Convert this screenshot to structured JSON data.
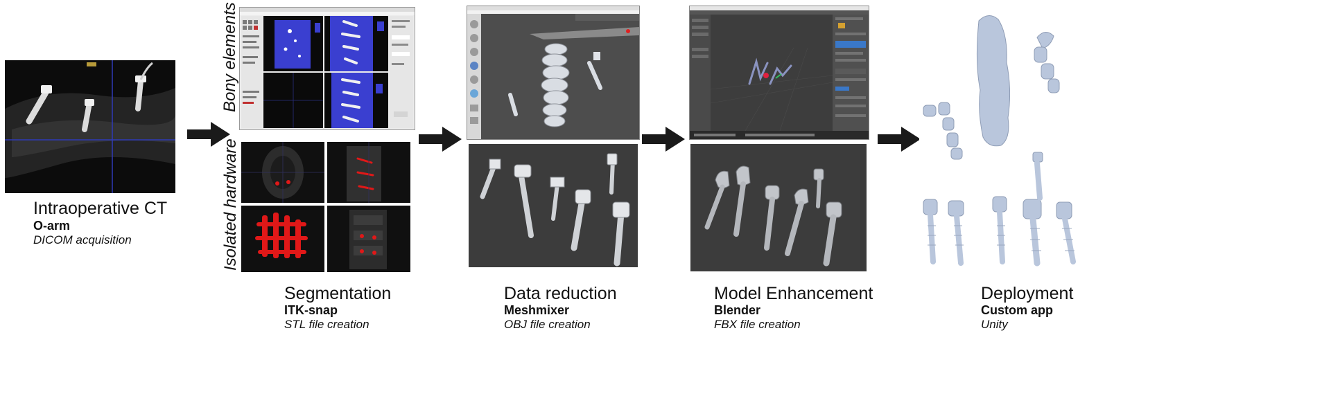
{
  "stages": [
    {
      "title": "Intraoperative CT",
      "tool": "O-arm",
      "note": "DICOM acquisition"
    },
    {
      "title": "Segmentation",
      "tool": "ITK-snap",
      "note": "STL file creation"
    },
    {
      "title": "Data reduction",
      "tool": "Meshmixer",
      "note": "OBJ file creation"
    },
    {
      "title": "Model Enhancement",
      "tool": "Blender",
      "note": "FBX file creation"
    },
    {
      "title": "Deployment",
      "tool": "Custom app",
      "note": "Unity"
    }
  ],
  "segmentation_rows": {
    "top": "Bony elements",
    "bottom": "Isolated hardware"
  },
  "colors": {
    "ct_background": "#101010",
    "itk_blue": "#3a3fd0",
    "render_gray": "#3c3c3c",
    "bone": "#c8ccd4",
    "hardware_red": "#e01818",
    "deploy_model": "#b9c6dc",
    "arrow": "#1a1a1a"
  }
}
